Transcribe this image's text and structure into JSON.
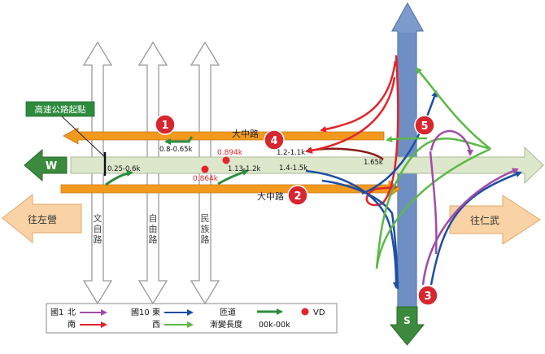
{
  "labels": {
    "expressway_start": "高速公路起點",
    "dazhong_north": "大中路",
    "dazhong_south": "大中路",
    "west_dir": "W",
    "south_dir": "S",
    "to_zuoying": "往左營",
    "to_renwu": "往仁武",
    "wenzi_rd": [
      "文",
      "自",
      "路"
    ],
    "ziyou_rd": [
      "自",
      "由",
      "路"
    ],
    "minzu_rd": [
      "民",
      "族",
      "路"
    ]
  },
  "ramps": {
    "r_08_065": "0.8-0.65k",
    "r_025_06": "0.25-0.6k",
    "r_113_12": "1.13-1.2k",
    "r_14_15": "1.4-1.5k",
    "r_12_11": "1.2-1.1k",
    "r_165": "1.65k"
  },
  "vd_points": {
    "vd_0894": "0.894k",
    "vd_0864": "0.864k"
  },
  "markers": [
    "1",
    "2",
    "3",
    "4",
    "5"
  ],
  "legend": {
    "nat1": "國1",
    "north": "北",
    "south": "南",
    "nat10": "國10",
    "east": "東",
    "west": "西",
    "ramp": "匝道",
    "taper": "漸變長度",
    "km_range": "00k-00k",
    "vd": "VD"
  },
  "colors": {
    "nat1_north": "#a04ca8",
    "nat1_south": "#e3242b",
    "nat10_east": "#1d4fa3",
    "nat10_west": "#5bb947",
    "ramp_green": "#2e8b3e",
    "road_orange": "#f39a1e",
    "vd_red": "#e3242b",
    "marker_red": "#d7262e",
    "nat1_blue": "#6f8fc4",
    "highway_green": "#dde7cc",
    "destination_orange": "#f9d3a5"
  }
}
